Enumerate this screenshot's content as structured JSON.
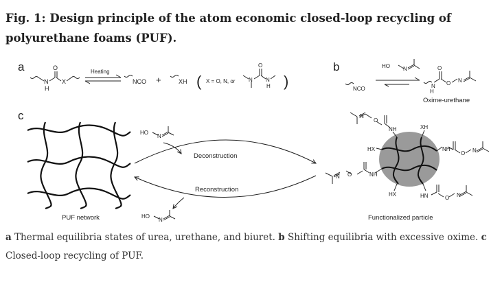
{
  "figure": {
    "title": "Fig. 1: Design principle of the atom economic closed-loop recycling of polyurethane foams (PUF).",
    "panel_labels": {
      "a": "a",
      "b": "b",
      "c": "c"
    },
    "panel_a": {
      "atom_o": "O",
      "atom_n": "N",
      "atom_h": "H",
      "atom_x": "X",
      "arrow_label": "Heating",
      "nco": "NCO",
      "plus": "+",
      "xh": "XH",
      "x_def": "X = O, N, or",
      "paren_open": "(",
      "paren_close": ")"
    },
    "panel_b": {
      "ho": "HO",
      "nco": "NCO",
      "product_name": "Oxime-urethane"
    },
    "panel_c": {
      "network_label": "PUF network",
      "deconstruction_label": "Deconstruction",
      "reconstruction_label": "Reconstruction",
      "ho": "HO",
      "particle_label": "Functionalized particle",
      "hx": "HX",
      "xh": "XH",
      "nh": "NH",
      "hn": "HN",
      "ho_atom": "O",
      "n_atom": "N",
      "o_atom": "O"
    },
    "caption": {
      "a_label": "a",
      "a_text": "Thermal equilibria states of urea, urethane, and biuret.",
      "b_label": "b",
      "b_text": "Shifting equilibria with excessive oxime.",
      "c_label": "c",
      "c_text": "Closed-loop recycling of PUF."
    }
  }
}
